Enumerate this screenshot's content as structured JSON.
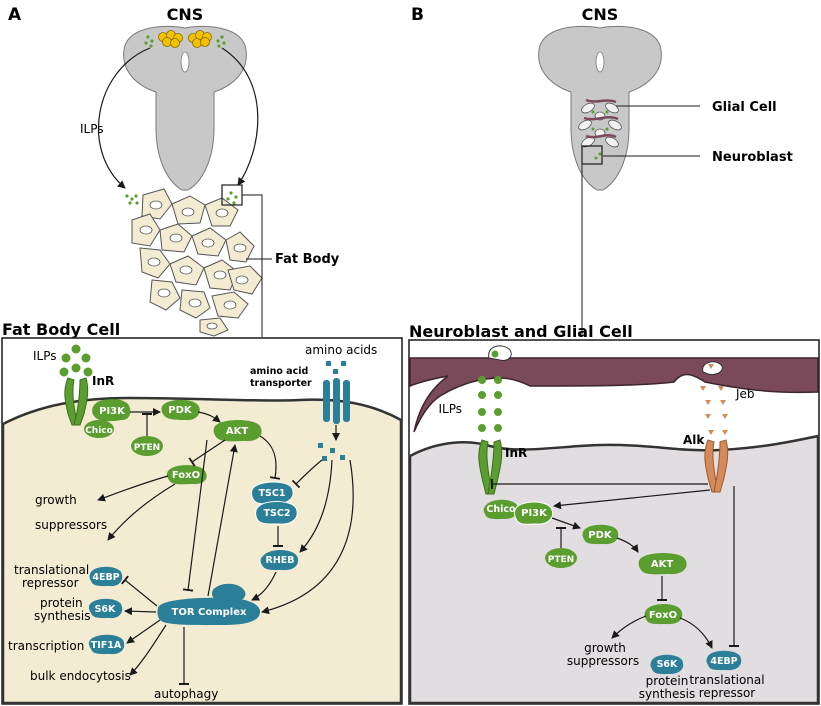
{
  "panel_a": {
    "letter": "A",
    "cns": "CNS",
    "ilps_arrow": "ILPs",
    "fat_body": "Fat Body",
    "cell_title": "Fat Body Cell",
    "ilps": "ILPs",
    "inr": "InR",
    "amino_acids": "amino acids",
    "transporter_line1": "amino acid",
    "transporter_line2": "transporter",
    "pi3k": "PI3K",
    "chico": "Chico",
    "pten": "PTEN",
    "pdk": "PDK",
    "akt": "AKT",
    "foxo": "FoxO",
    "tsc1": "TSC1",
    "tsc2": "TSC2",
    "rheb": "RHEB",
    "tor": "TOR Complex",
    "ebp4": "4EBP",
    "s6k": "S6K",
    "tif1a": "TIF1A",
    "growth_1": "growth",
    "growth_2": "suppressors",
    "trans_1": "translational",
    "trans_2": "repressor",
    "prot_1": "protein",
    "prot_2": "synthesis",
    "transcription": "transcription",
    "endocytosis": "bulk endocytosis",
    "autophagy": "autophagy"
  },
  "panel_b": {
    "letter": "B",
    "cns": "CNS",
    "glial": "Glial Cell",
    "neuroblast": "Neuroblast",
    "cell_title": "Neuroblast and Glial Cell",
    "ilps": "ILPs",
    "jeb": "Jeb",
    "inr": "InR",
    "alk": "Alk",
    "chico": "Chico",
    "pi3k": "PI3K",
    "pten": "PTEN",
    "pdk": "PDK",
    "akt": "AKT",
    "foxo": "FoxO",
    "s6k": "S6K",
    "ebp4": "4EBP",
    "growth_1": "growth",
    "growth_2": "suppressors",
    "prot_1": "protein",
    "prot_2": "synthesis",
    "trans_1": "translational",
    "trans_2": "repressor"
  },
  "colors": {
    "green": "#5a9e2f",
    "teal": "#2b7f99",
    "orange": "#d58a5a",
    "glia": "#7a4a5a",
    "fat_cell": "#f3ecd3",
    "nb_cell": "#e2dde0",
    "brain": "#c8c8c8",
    "neuron_yellow": "#f2c200"
  }
}
